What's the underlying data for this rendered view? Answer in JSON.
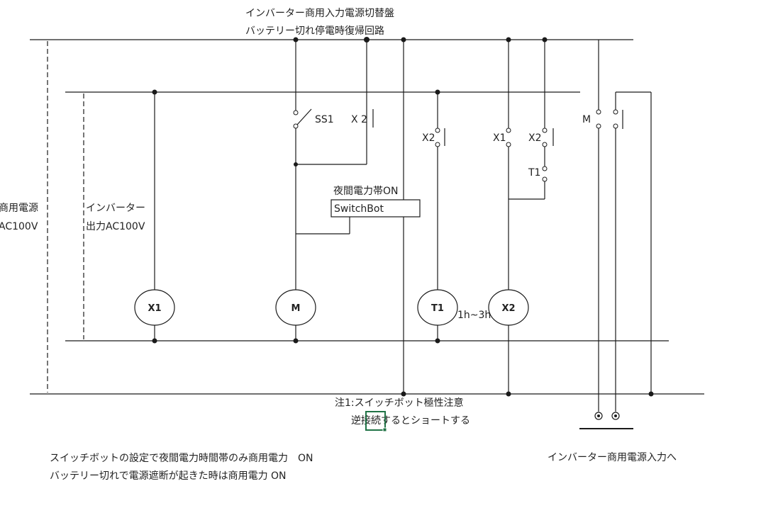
{
  "title_line1": "インバーター商用入力電源切替盤",
  "title_line2": "バッテリー切れ停電時復帰回路",
  "label_commercial_line1": "商用電源",
  "label_commercial_line2": "AC100V",
  "label_inverter_line1": "インバーター",
  "label_inverter_line2": "出力AC100V",
  "contacts": {
    "ss1": "SS1",
    "x2_holding": "X 2",
    "x2_t1_circuit": "X2",
    "x1": "X1",
    "x2_series": "X2",
    "t1": "T1",
    "m": "M"
  },
  "coils": {
    "x1": "X1",
    "m": "M",
    "t1": "T1",
    "x2": "X2"
  },
  "timer_range": "1h~3h",
  "switchbot_caption": "夜間電力帯ON",
  "switchbot_box": "SwitchBot",
  "note_line1": "注1:スイッチボット極性注意",
  "note_line2": "逆接続するとショートする",
  "bottom_note_line1": "スイッチボットの設定で夜間電力時間帯のみ商用電力　ON",
  "bottom_note_line2": "バッテリー切れで電源遮断が起きた時は商用電力 ON",
  "output_label": "インバーター商用電源入力へ"
}
